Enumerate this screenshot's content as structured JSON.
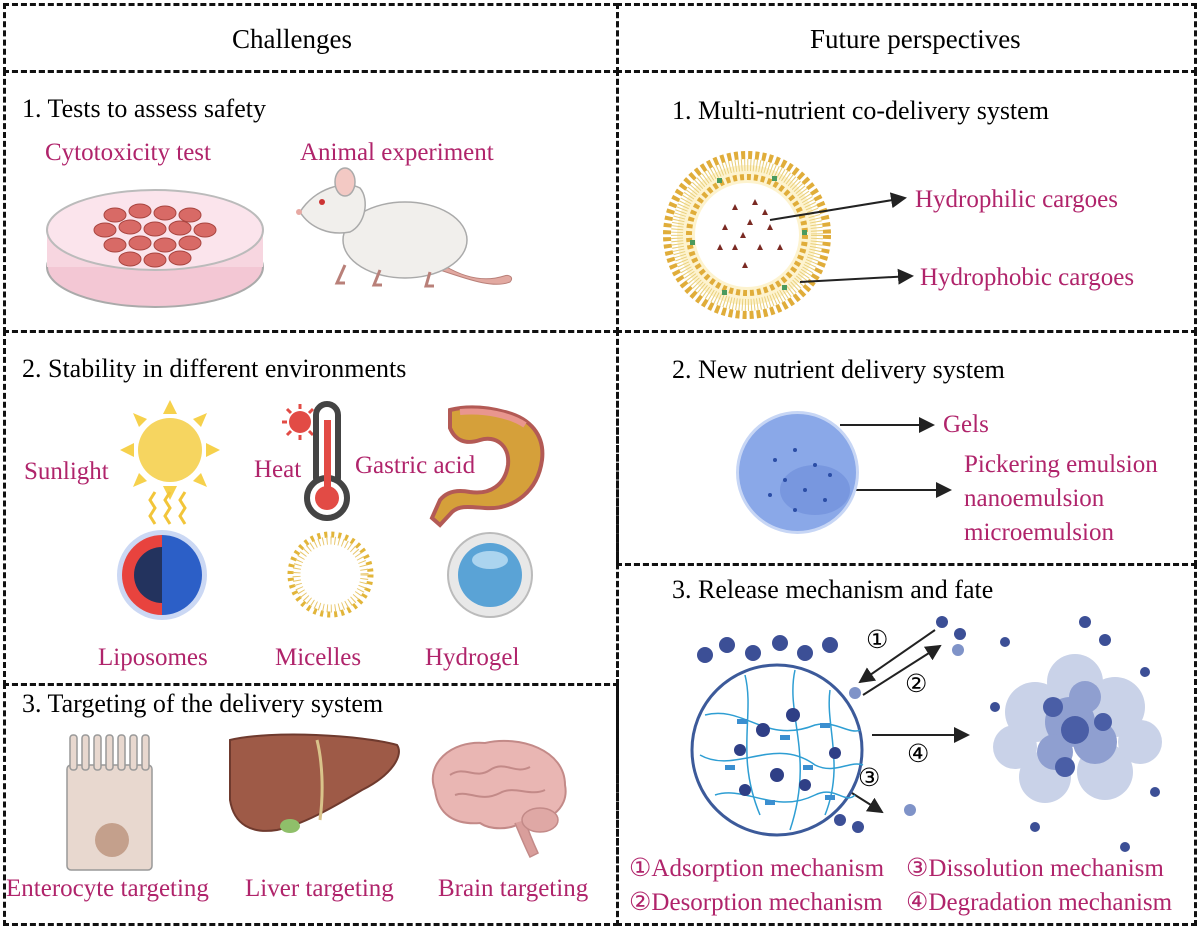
{
  "header": {
    "left": "Challenges",
    "right": "Future perspectives"
  },
  "challenges": {
    "safety": {
      "title": "1. Tests to assess safety",
      "cytotoxicity": "Cytotoxicity test",
      "animal": "Animal experiment"
    },
    "stability": {
      "title": "2. Stability in different environments",
      "sunlight": "Sunlight",
      "heat": "Heat",
      "gastric": "Gastric acid",
      "liposomes": "Liposomes",
      "micelles": "Micelles",
      "hydrogel": "Hydrogel"
    },
    "targeting": {
      "title": "3. Targeting of the delivery system",
      "enterocyte": "Enterocyte targeting",
      "liver": "Liver targeting",
      "brain": "Brain targeting"
    }
  },
  "perspectives": {
    "codelivery": {
      "title": "1. Multi-nutrient co-delivery system",
      "hydrophilic": "Hydrophilic cargoes",
      "hydrophobic": "Hydrophobic cargoes"
    },
    "newsystem": {
      "title": "2. New nutrient delivery system",
      "gels": "Gels",
      "pickering": "Pickering emulsion",
      "nano": "nanoemulsion",
      "micro": "microemulsion"
    },
    "release": {
      "title": "3. Release mechanism and fate",
      "n1": "①",
      "n2": "②",
      "n3": "③",
      "n4": "④",
      "m1": "①Adsorption mechanism",
      "m3": "③Dissolution mechanism",
      "m2": "②Desorption mechanism",
      "m4": "④Degradation mechanism"
    }
  },
  "colors": {
    "accent": "#b0246b",
    "border": "#111111"
  }
}
